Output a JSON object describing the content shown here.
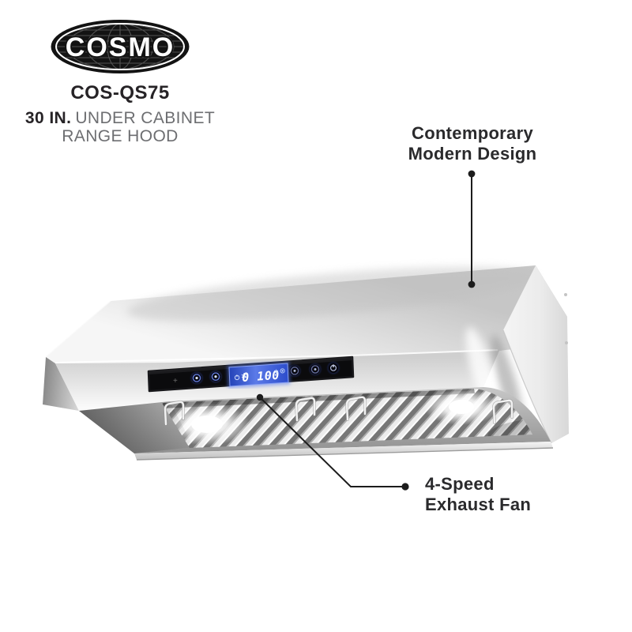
{
  "brand": {
    "logo_text": "COSMO",
    "model": "COS-QS75",
    "size_label": "30 IN.",
    "type_label_line1": "UNDER CABINET",
    "type_label_line2": "RANGE HOOD"
  },
  "callouts": {
    "design": {
      "line1": "Contemporary",
      "line2": "Modern Design"
    },
    "fan": {
      "line1": "4-Speed",
      "line2": "Exhaust Fan"
    }
  },
  "product": {
    "name": "Stainless steel under-cabinet range hood",
    "control_panel": {
      "display_value": "0 100",
      "plus_mark": "+",
      "display_icons": [
        "power-icon",
        "fan-icon",
        "timer-icon",
        "light-icon"
      ],
      "touch_button_count": 5
    }
  },
  "colors": {
    "text_dark": "#262326",
    "text_gray": "#6d6e71",
    "leader_line": "#1c1c1c",
    "panel_black": "#0b0b0d",
    "display_blue": "#3756d4",
    "display_glow": "#8fa9f5",
    "steel_light": "#f2f2f2",
    "steel_mid": "#d3d3d3",
    "steel_dark": "#9a9a9a",
    "background": "#ffffff"
  }
}
